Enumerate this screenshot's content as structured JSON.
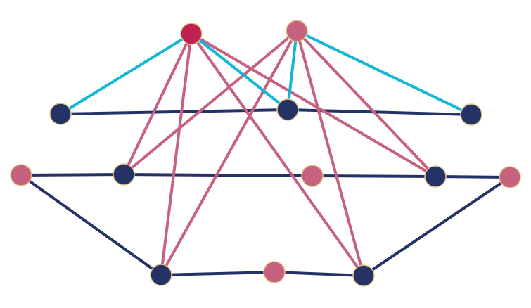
{
  "colors": {
    "navy": "#253266",
    "rose": "#c6627f",
    "crimson": "#c0214f",
    "cyan": "#13b7d6",
    "node_stroke": "#e2c98a",
    "background": "#ffffff"
  },
  "diagram": {
    "nodes": [
      {
        "id": "top-left-hub",
        "fill": "crimson"
      },
      {
        "id": "top-right-hub",
        "fill": "rose"
      },
      {
        "id": "row1-left",
        "fill": "navy"
      },
      {
        "id": "row1-center",
        "fill": "navy"
      },
      {
        "id": "row1-right",
        "fill": "navy"
      },
      {
        "id": "row2-far-left",
        "fill": "rose"
      },
      {
        "id": "row2-left",
        "fill": "navy"
      },
      {
        "id": "row2-center",
        "fill": "rose"
      },
      {
        "id": "row2-right",
        "fill": "navy"
      },
      {
        "id": "row2-far-right",
        "fill": "rose"
      },
      {
        "id": "bottom-left",
        "fill": "navy"
      },
      {
        "id": "bottom-center",
        "fill": "rose"
      },
      {
        "id": "bottom-right",
        "fill": "navy"
      }
    ],
    "edges": [
      {
        "from": "row1-left",
        "to": "row1-center",
        "color": "navy"
      },
      {
        "from": "row1-center",
        "to": "row1-right",
        "color": "navy"
      },
      {
        "from": "row2-far-left",
        "to": "row2-left",
        "color": "navy"
      },
      {
        "from": "row2-left",
        "to": "row2-center",
        "color": "navy"
      },
      {
        "from": "row2-center",
        "to": "row2-right",
        "color": "navy"
      },
      {
        "from": "row2-right",
        "to": "row2-far-right",
        "color": "navy"
      },
      {
        "from": "row2-far-left",
        "to": "bottom-left",
        "color": "navy"
      },
      {
        "from": "bottom-left",
        "to": "bottom-center",
        "color": "navy"
      },
      {
        "from": "bottom-center",
        "to": "bottom-right",
        "color": "navy"
      },
      {
        "from": "bottom-right",
        "to": "row2-far-right",
        "color": "navy"
      },
      {
        "from": "top-left-hub",
        "to": "row1-left",
        "color": "cyan"
      },
      {
        "from": "top-left-hub",
        "to": "row1-center",
        "color": "cyan"
      },
      {
        "from": "top-right-hub",
        "to": "row1-center",
        "color": "cyan"
      },
      {
        "from": "top-right-hub",
        "to": "row1-right",
        "color": "cyan"
      },
      {
        "from": "top-left-hub",
        "to": "row2-left",
        "color": "rose"
      },
      {
        "from": "top-left-hub",
        "to": "bottom-left",
        "color": "rose"
      },
      {
        "from": "top-left-hub",
        "to": "bottom-right",
        "color": "rose"
      },
      {
        "from": "top-left-hub",
        "to": "row2-right",
        "color": "rose"
      },
      {
        "from": "top-right-hub",
        "to": "row2-left",
        "color": "rose"
      },
      {
        "from": "top-right-hub",
        "to": "bottom-left",
        "color": "rose"
      },
      {
        "from": "top-right-hub",
        "to": "bottom-right",
        "color": "rose"
      },
      {
        "from": "top-right-hub",
        "to": "row2-right",
        "color": "rose"
      }
    ]
  }
}
